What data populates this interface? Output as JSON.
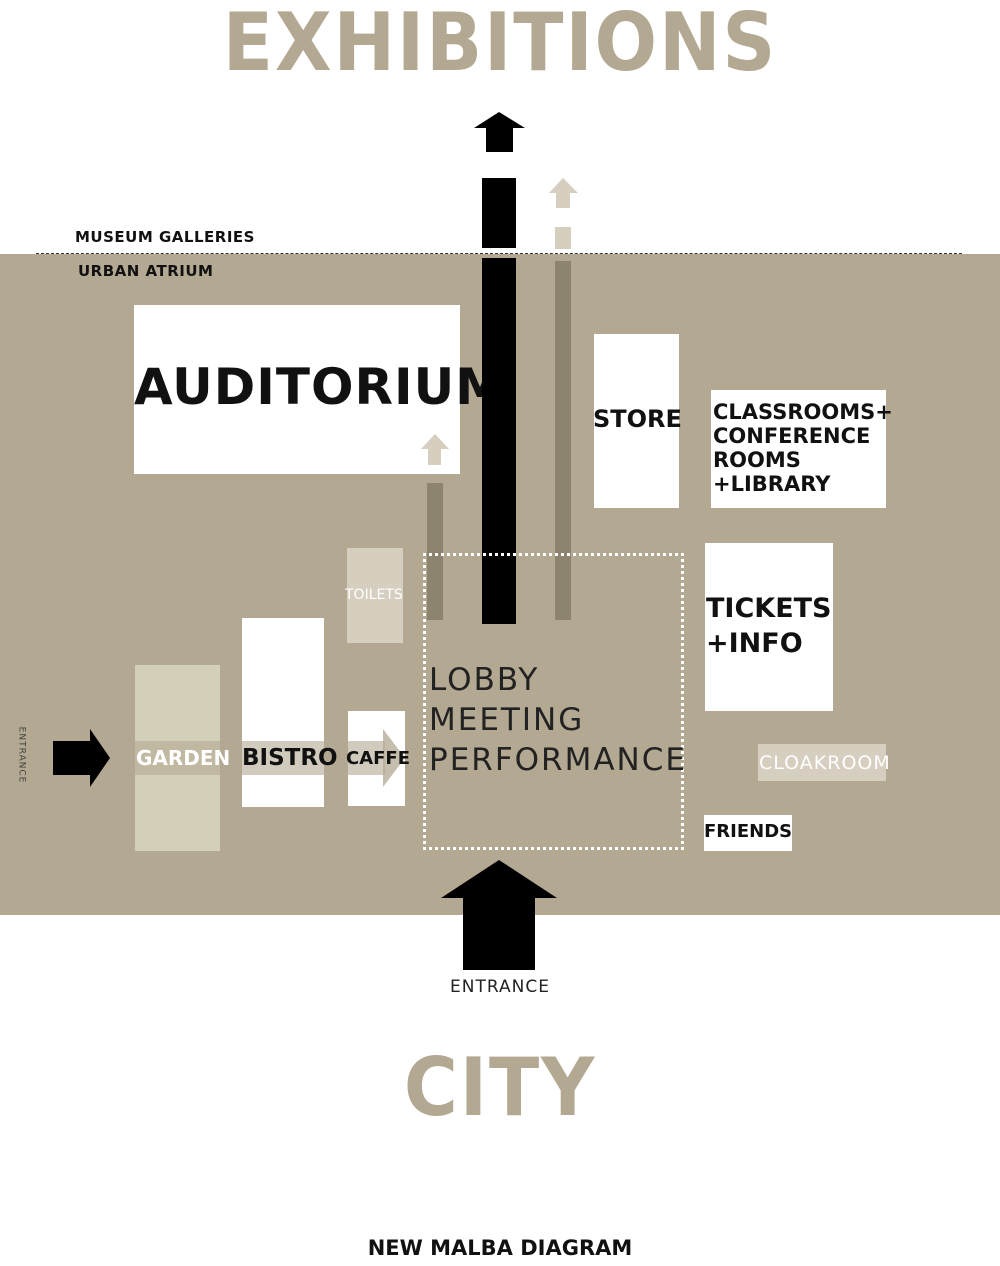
{
  "titles": {
    "top": "EXHIBITIONS",
    "bottom": "CITY"
  },
  "levels": {
    "upper": "MUSEUM GALLERIES",
    "lower": "URBAN ATRIUM"
  },
  "rooms": {
    "auditorium": "AUDITORIUM",
    "store": "STORE",
    "classrooms": [
      "CLASSROOMS+",
      "CONFERENCE",
      "ROOMS",
      "+LIBRARY"
    ],
    "tickets": [
      "TICKETS",
      "+INFO"
    ],
    "toilets": "TOILETS",
    "garden": "GARDEN",
    "bistro": "BISTRO",
    "caffe": "CAFFE",
    "cloakroom": "CLOAKROOM",
    "friends": "FRIENDS"
  },
  "lobby": [
    "LOBBY",
    "MEETING",
    "PERFORMANCE"
  ],
  "entrances": {
    "main": "ENTRANCE",
    "side": "ENTRANCE"
  },
  "footer": "NEW MALBA DIAGRAM",
  "colors": {
    "atrium": "#b3a891",
    "title": "#b3a891",
    "arrow_dark": "#000000",
    "arrow_light": "#d6cebf",
    "arrow_mid": "#8c846e"
  }
}
